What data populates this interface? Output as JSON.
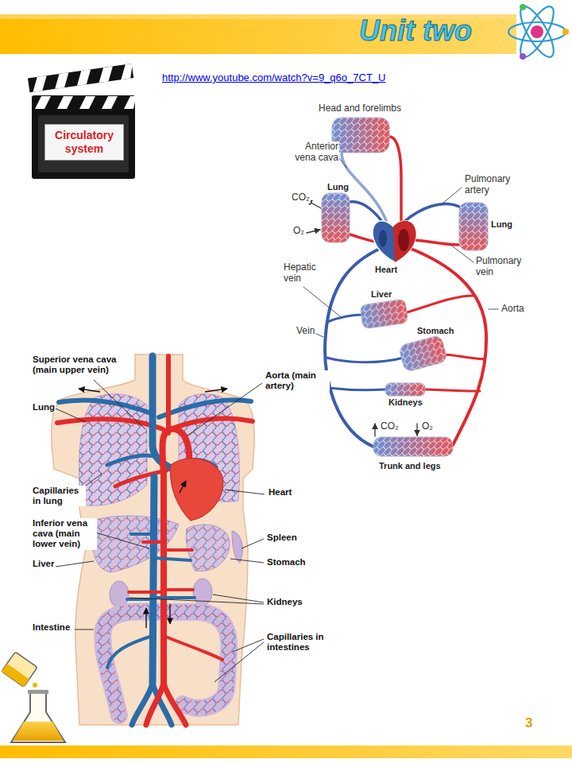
{
  "diagram": {
    "title": "Unit two",
    "nodes": [
      {
        "text": [
          "Circulatory system"
        ]
      }
    ],
    "labels": [
      "http://www.youtube.com/watch?v=9_q6o_7CT_U",
      "Head and forelimbs",
      "Anterior vena cava",
      "CO₂",
      "Lung",
      "O₂",
      "Pulmonary artery",
      "Lung",
      "Pulmonary vein",
      "Heart",
      "Hepatic vein",
      "Liver",
      "Stomach",
      "Aorta",
      "Vein",
      "Kidneys",
      "CO₂",
      "O₂",
      "Trunk and legs",
      "Superior vena cava (main upper vein)",
      "Aorta (main artery)",
      "Lung",
      "Capillaries in lung",
      "Heart",
      "Inferior vena cava (main lower vein)",
      "Spleen",
      "Liver",
      "Stomach",
      "Kidneys",
      "Intestine",
      "Capillaries in intestines",
      "3"
    ]
  }
}
